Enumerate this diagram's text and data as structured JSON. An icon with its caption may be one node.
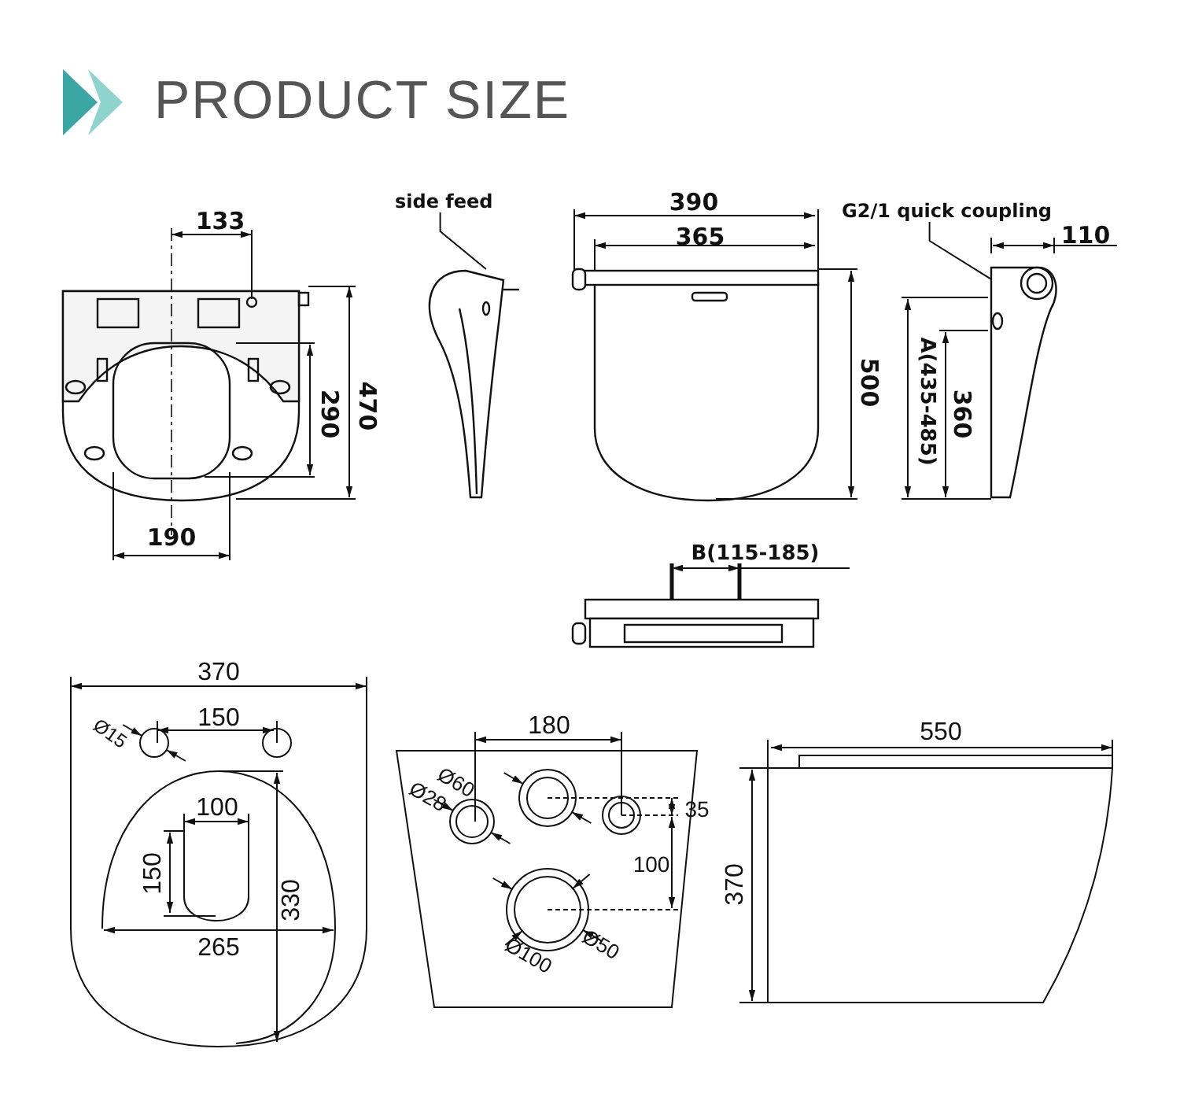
{
  "diagram": {
    "title": "PRODUCT SIZE",
    "nodes": [
      {
        "text": [
          "side feed"
        ]
      },
      {
        "text": [],
        "shape": "picture"
      },
      {
        "text": [
          "G2/1 quick coupling"
        ]
      },
      {
        "text": [],
        "shape": "picture"
      }
    ],
    "edges": [
      {
        "from": 0,
        "to": 1,
        "arrow": "none"
      },
      {
        "from": 2,
        "to": 3,
        "arrow": "none"
      }
    ],
    "labels": [
      "133",
      "390",
      "365",
      "110",
      "470",
      "290",
      "500",
      "A(435-485)",
      "360",
      "190",
      "B(115-185)",
      "370",
      "180",
      "550",
      "Ø15",
      "150",
      "Ø60",
      "Ø28",
      "35",
      "100",
      "100",
      "150",
      "330",
      "265",
      "Ø50",
      "Ø100",
      "370"
    ]
  }
}
